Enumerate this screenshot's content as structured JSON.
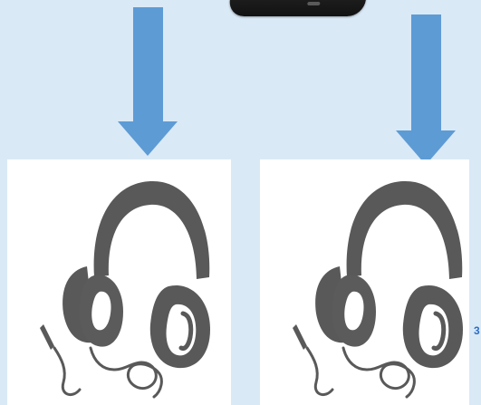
{
  "colors": {
    "background": "#dae9f6",
    "arrow": "#5d9bd5",
    "panel": "#ffffff",
    "device": "#1f1f1f",
    "headphone": "#595959"
  },
  "icons": {
    "device": "audio-splitter-device",
    "arrows": "down-arrow",
    "outputs": "headphones-icon"
  },
  "edge_label": "3"
}
